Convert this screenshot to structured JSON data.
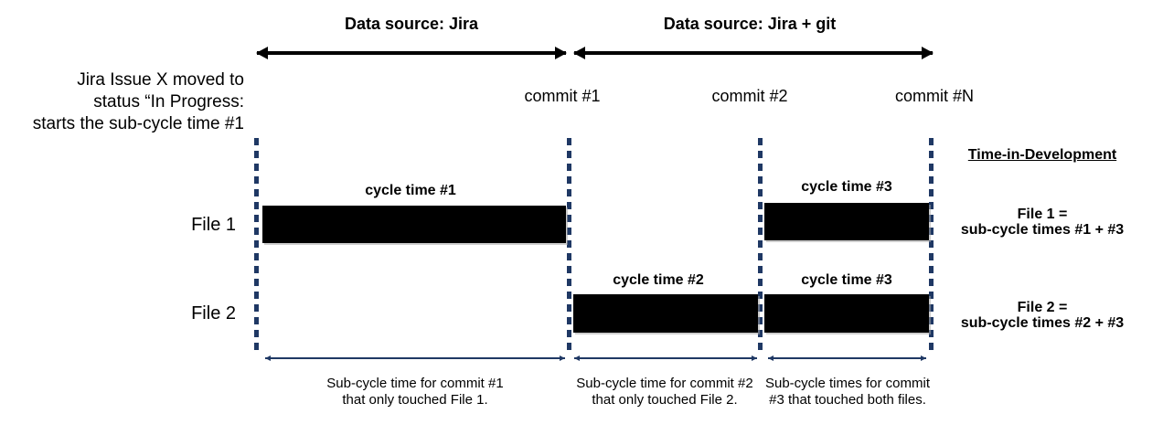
{
  "top_axis": {
    "jira_label": "Data source: Jira",
    "jira_git_label": "Data source: Jira + git"
  },
  "left_note": {
    "line1": "Jira Issue X moved to",
    "line2": "status “In Progress:",
    "line3": "starts the sub-cycle time #1"
  },
  "commits": [
    {
      "label": "commit #1"
    },
    {
      "label": "commit #2"
    },
    {
      "label": "commit #N"
    }
  ],
  "rows": [
    {
      "label": "File 1"
    },
    {
      "label": "File 2"
    }
  ],
  "bars": [
    {
      "label": "cycle time #1",
      "row": "File 1"
    },
    {
      "label": "cycle time #2",
      "row": "File 2"
    },
    {
      "label": "cycle time #3",
      "row": "File 1"
    },
    {
      "label": "cycle time #3",
      "row": "File 2"
    }
  ],
  "sub_cycle_captions": [
    {
      "line1": "Sub-cycle time for commit #1",
      "line2": "that only touched File 1."
    },
    {
      "line1": "Sub-cycle time for commit #2",
      "line2": "that only touched File 2."
    },
    {
      "line1": "Sub-cycle times for commit",
      "line2": "#3 that touched both files."
    }
  ],
  "legend": {
    "title": "Time-in-Development",
    "file1": {
      "line1": "File 1 =",
      "line2": "sub-cycle times #1 + #3"
    },
    "file2": {
      "line1": "File 2 =",
      "line2": "sub-cycle times #2 + #3"
    }
  },
  "colors": {
    "bar": "#000000",
    "dashed_line": "#1F3864",
    "measure_line": "#1F3864",
    "arrow": "#000000",
    "text": "#000000",
    "background": "#FFFFFF"
  }
}
